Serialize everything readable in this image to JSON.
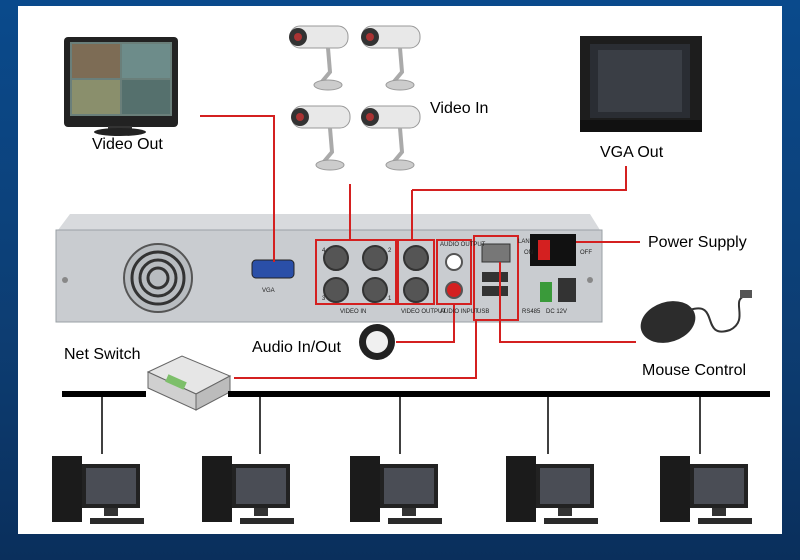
{
  "labels": {
    "video_out": "Video Out",
    "video_in": "Video In",
    "vga_out": "VGA Out",
    "power_supply": "Power Supply",
    "audio_in_out": "Audio In/Out",
    "net_switch": "Net Switch",
    "mouse_control": "Mouse Control"
  },
  "panel_labels": {
    "vga": "VGA",
    "video_in": "VIDEO IN",
    "video_output": "VIDEO OUTPUT",
    "audio_output": "AUDIO OUTPUT",
    "audio_input": "AUDIO INPUT",
    "lan": "LAN",
    "rs485": "RS485",
    "dc12v": "DC 12V",
    "on": "ON",
    "off": "OFF",
    "usb": "USB",
    "ch4": "4",
    "ch2": "2",
    "ch3": "3",
    "ch1": "1"
  },
  "colors": {
    "background": "#0b3f7a",
    "connector_line": "#d42020",
    "network_line": "#000000",
    "dvr_body": "#c9ccd0"
  },
  "icons": [
    "monitor-icon",
    "cctv-camera-icon",
    "vga-monitor-icon",
    "dvr-device-icon",
    "microphone-icon",
    "network-switch-icon",
    "computer-icon",
    "mouse-icon"
  ]
}
